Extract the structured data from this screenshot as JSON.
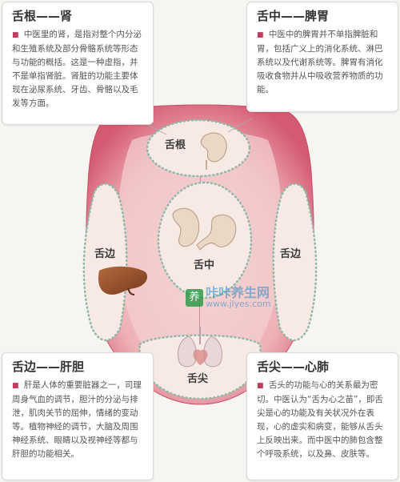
{
  "cards": {
    "root": {
      "title": "舌根——肾",
      "body": "中医里的肾，是指对整个内分泌和生殖系统及部分骨骼系统等形态与功能的概括。这是一种虚指，并不是单指肾脏。肾脏的功能主要体现在泌尿系统、牙齿、骨骼以及毛发等方面。"
    },
    "middle": {
      "title": "舌中——脾胃",
      "body": "中医中的脾胃并不单指脾脏和胃，包括广义上的消化系统、淋巴系统以及代谢系统等。脾胃有消化吸收食物并从中吸收营养物质的功能。"
    },
    "edge": {
      "title": "舌边——肝胆",
      "body": "肝是人体的重要脏器之一，司理周身气血的调节，胆汁的分泌与排泄，肌肉关节的屈伸，情绪的变动等。植物神经的调节，大脑及周围神经系统、眼睛以及视神经等都与肝胆的功能相关。"
    },
    "tip": {
      "title": "舌尖——心肺",
      "body": "舌头的功能与心的关系最为密切。中医认为“舌为心之苗”，即舌尖是心的功能及有关状况外在表现，心的虚实和病变，能够从舌头上反映出来。而中医中的肺包含整个呼吸系统，以及鼻、皮肤等。"
    }
  },
  "zones": {
    "root": "舌根",
    "middle": "舌中",
    "left_edge": "舌边",
    "right_edge": "舌边",
    "tip": "舌尖"
  },
  "watermark": {
    "logo_char": "养",
    "name": "咔咔养生网",
    "url": "www.jlyes.com"
  },
  "colors": {
    "tongue_outer": "#d85b74",
    "tongue_inner": "#f2c3c6",
    "zone_fill": "#f6e6df",
    "dotted_line": "#8fb8a8",
    "bullet": "#c43b5b"
  }
}
